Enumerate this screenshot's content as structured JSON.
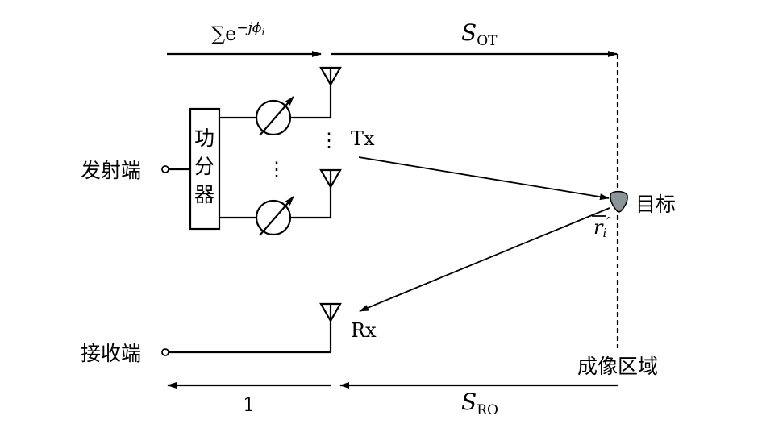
{
  "labels": {
    "transmitter": "发射端",
    "receiver": "接收端",
    "power_divider": [
      "功",
      "分",
      "器"
    ],
    "tx": "Tx",
    "rx": "Rx",
    "target": "目标",
    "imaging_region": "成像区域",
    "dots": "⋮",
    "phase_sum_base": "∑e",
    "phase_sum_exp": "−jϕ",
    "phase_sum_exp_sub": "i",
    "s_ot_main": "S",
    "s_ot_sub": "OT",
    "s_ro_main": "S",
    "s_ro_sub": "RO",
    "one": "1",
    "r_main": "r",
    "r_sub": "i",
    "r_prime": "′"
  },
  "colors": {
    "line": "#000000",
    "target_fill": "#8a9499"
  }
}
